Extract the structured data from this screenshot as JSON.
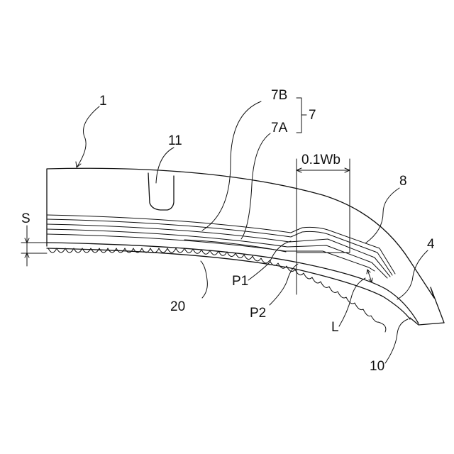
{
  "labels": {
    "tire": "1",
    "groove": "11",
    "belt_outer": "7B",
    "belt_inner": "7A",
    "belt_group": "7",
    "width_marker": "0.1Wb",
    "band": "8",
    "carcass": "4",
    "thickness": "S",
    "point1": "P1",
    "point2": "P2",
    "inner_layer": "20",
    "distance": "L",
    "inner_liner": "10"
  }
}
